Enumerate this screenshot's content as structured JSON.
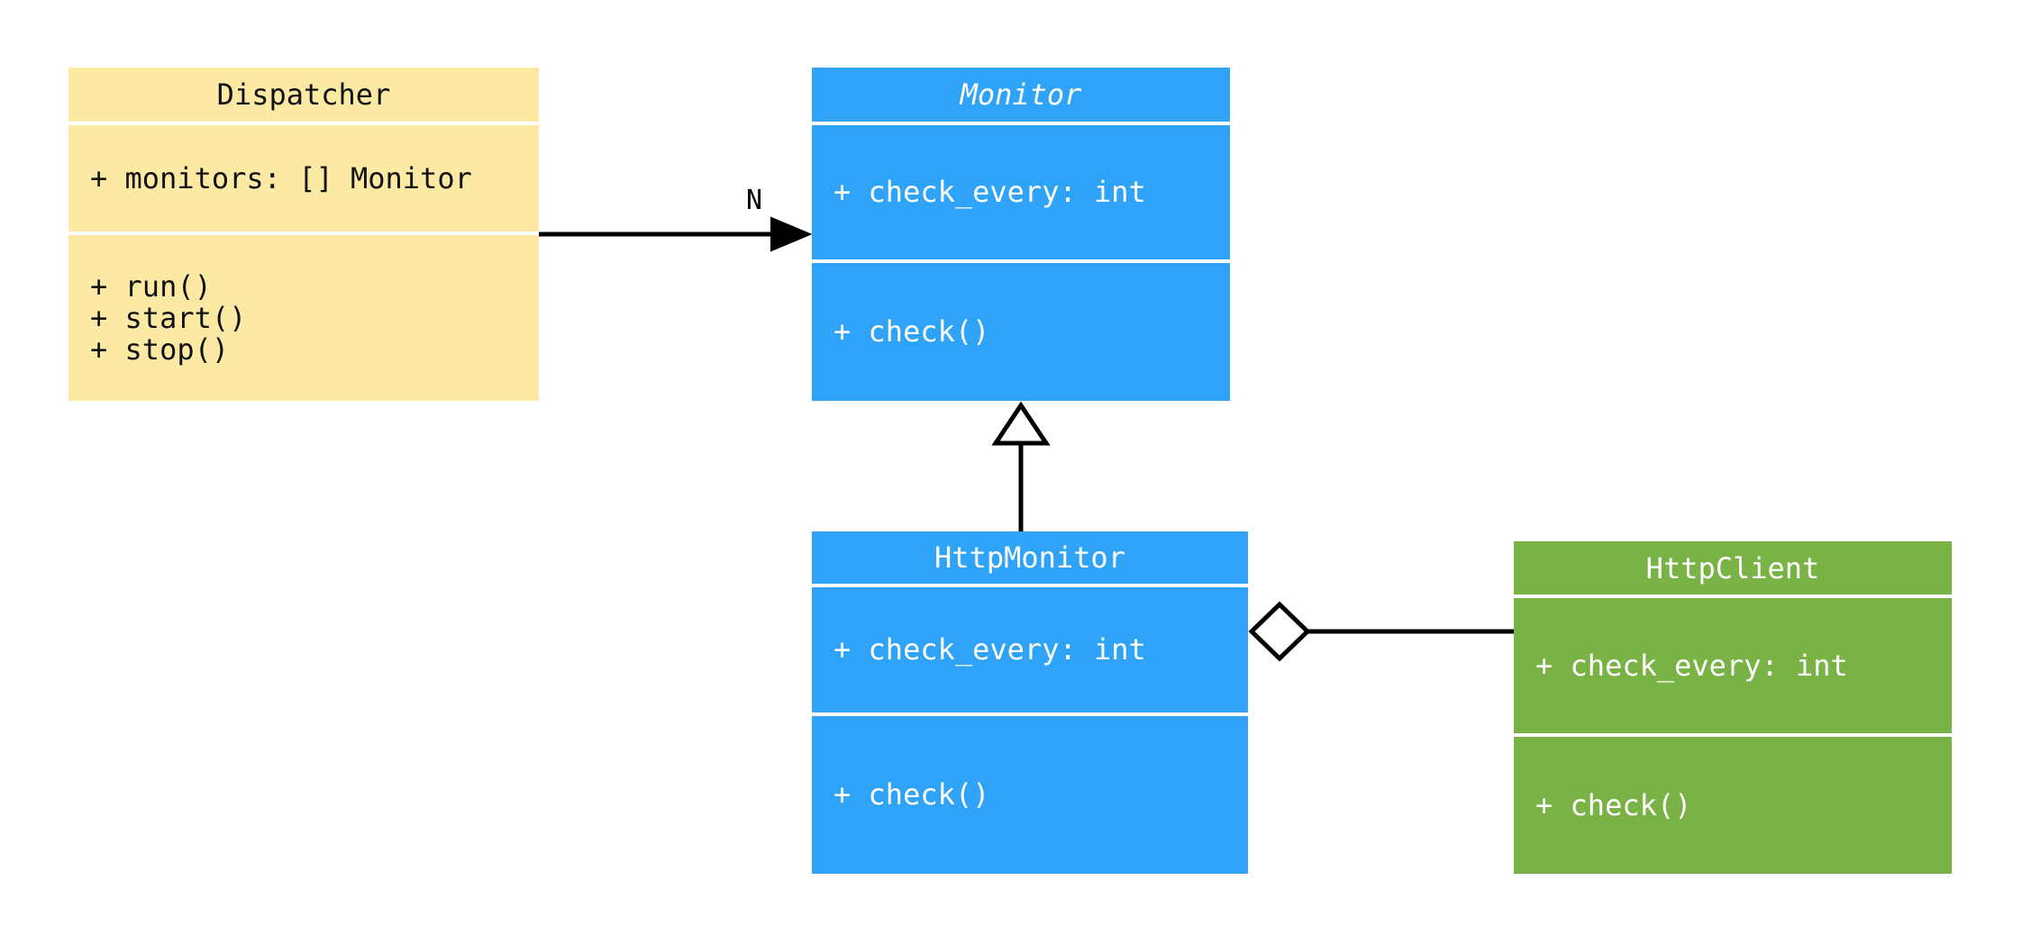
{
  "diagram": {
    "type": "uml-class-diagram",
    "background_color": "#ffffff",
    "line_color": "#000000",
    "classes": [
      {
        "name": "Dispatcher",
        "abstract": false,
        "fill": "#fbe9a4",
        "text_color": "#111111",
        "attributes": [
          "+ monitors: [] Monitor"
        ],
        "methods": [
          "+ run()",
          "+ start()",
          "+ stop()"
        ]
      },
      {
        "name": "Monitor",
        "abstract": true,
        "fill": "#2fa3f7",
        "text_color": "#ffffff",
        "attributes": [
          "+ check_every: int"
        ],
        "methods": [
          "+ check()"
        ]
      },
      {
        "name": "HttpMonitor",
        "abstract": false,
        "fill": "#2fa3f7",
        "text_color": "#ffffff",
        "attributes": [
          "+ check_every: int"
        ],
        "methods": [
          "+ check()"
        ]
      },
      {
        "name": "HttpClient",
        "abstract": false,
        "fill": "#7ab345",
        "text_color": "#ffffff",
        "attributes": [
          "+ check_every: int"
        ],
        "methods": [
          "+ check()"
        ]
      }
    ],
    "relations": [
      {
        "type": "association",
        "from": "Dispatcher",
        "to": "Monitor",
        "label": "N"
      },
      {
        "type": "inheritance",
        "from": "HttpMonitor",
        "to": "Monitor",
        "label": ""
      },
      {
        "type": "aggregation",
        "from": "HttpMonitor",
        "to": "HttpClient",
        "label": ""
      }
    ]
  }
}
